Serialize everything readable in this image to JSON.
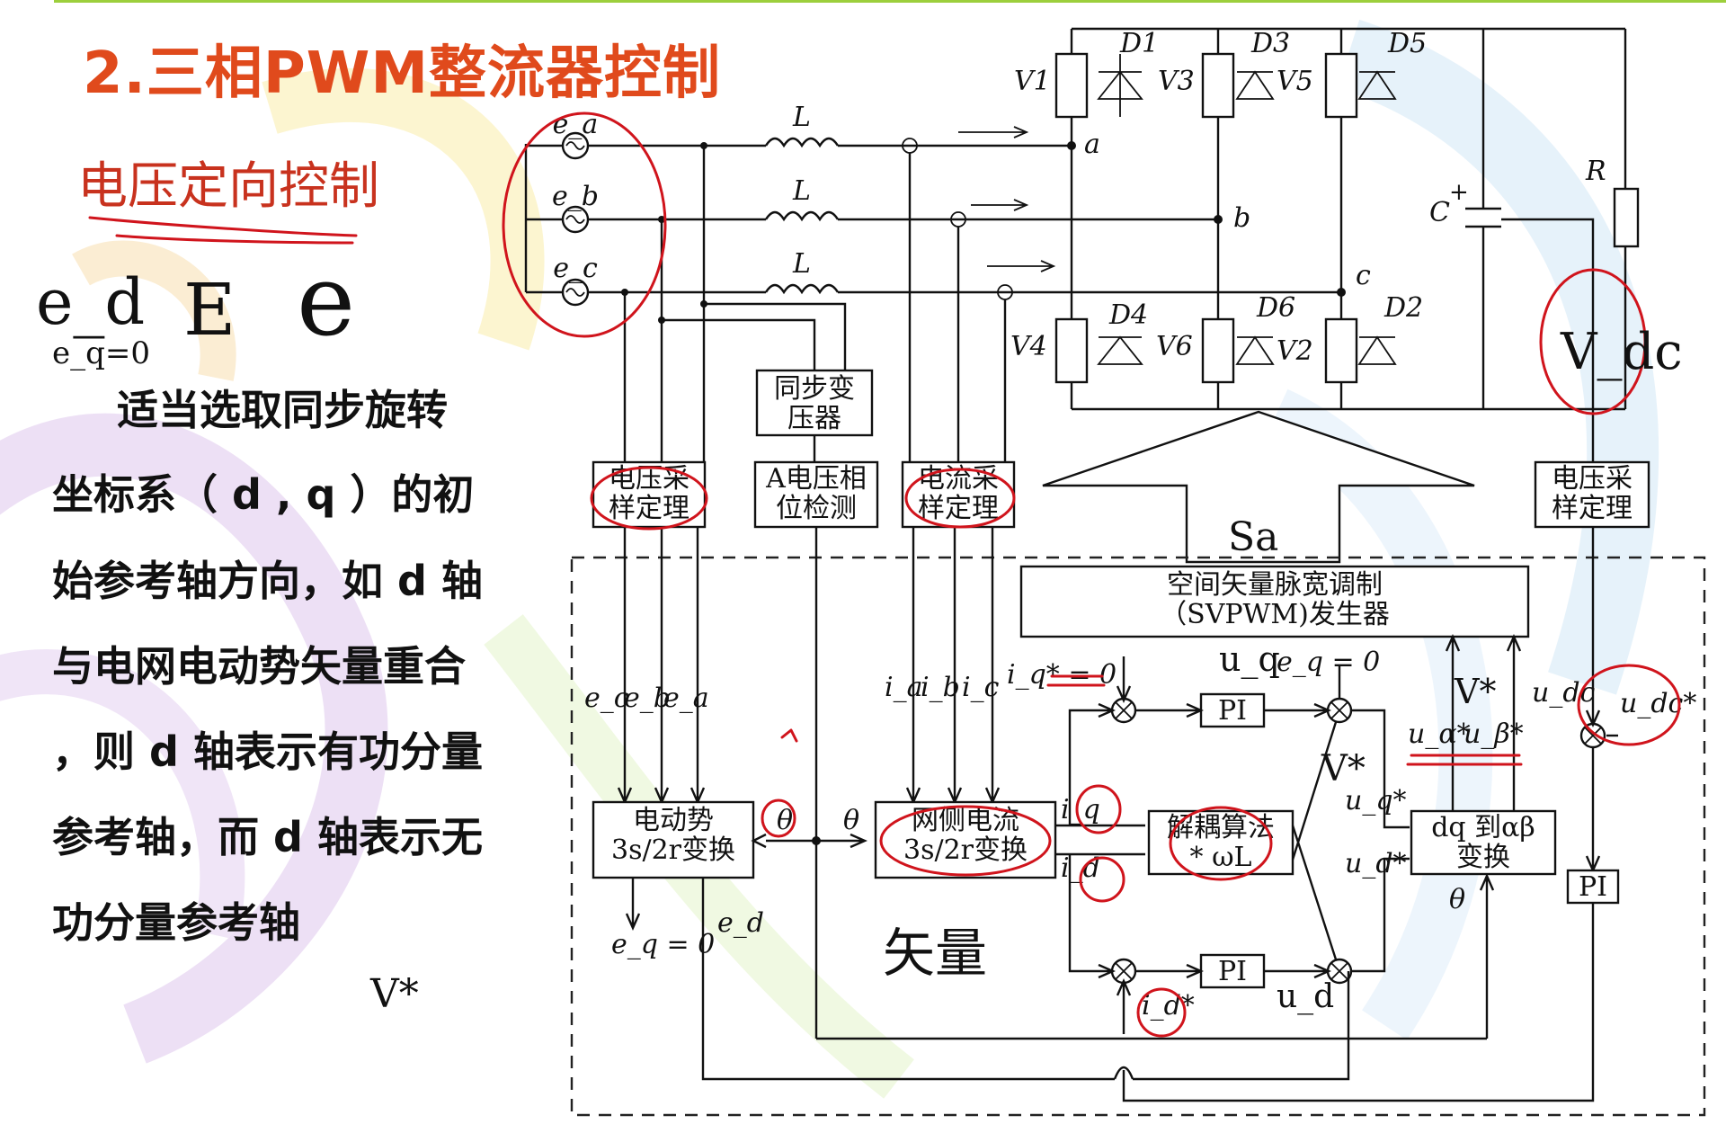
{
  "slide": {
    "title": "2.三相PWM整流器控制",
    "subtitle": "电压定向控制",
    "body_lines": [
      "适当选取同步旋转",
      "坐标系（ d , q ）的初",
      "始参考轴方向，如 d 轴",
      "与电网电动势矢量重合",
      "，则 d 轴表示有功分量",
      "参考轴，而 d 轴表示无",
      "功分量参考轴"
    ]
  },
  "colors": {
    "title": "#e04a1c",
    "subtitle": "#c8321e",
    "annotation_ink": "#d0141c",
    "line": "#111111"
  },
  "diagram": {
    "sources": [
      "e_a",
      "e_b",
      "e_c"
    ],
    "inductor_label": "L",
    "phase_nodes": [
      "a",
      "b",
      "c"
    ],
    "switches": [
      "V1",
      "V3",
      "V5",
      "V4",
      "V6",
      "V2"
    ],
    "diodes": [
      "D1",
      "D3",
      "D5",
      "D4",
      "D6",
      "D2"
    ],
    "capacitor_label": "C",
    "resistor_label": "R",
    "blocks": {
      "sync_transformer": "同步变\n压器",
      "voltage_sampling": "电压采\n样定理",
      "phase_detect": "A电压相\n位检测",
      "current_sampling": "电流采\n样定理",
      "dc_voltage_sampling": "电压采\n样定理",
      "svpwm": "空间矢量脉宽调制\n（SVPWM)发生器",
      "emf_transform": "电动势\n3s/2r变换",
      "current_transform": "网侧电流\n3s/2r变换",
      "decoupling": "解耦算法\n* ωL",
      "dq_to_ab": "dq 到αβ\n变换",
      "pi": "PI"
    },
    "signals": {
      "emf_inputs": [
        "e_c",
        "e_b",
        "e_a"
      ],
      "current_inputs": [
        "i_a",
        "i_b",
        "i_c"
      ],
      "iq_ref": "i_q* = 0",
      "eq_zero_top": "e_q = 0",
      "eq_zero_bottom": "e_q = 0",
      "ed": "e_d",
      "theta": "θ",
      "iq": "i_q",
      "id": "i_d",
      "id_ref": "i_d*",
      "uq_ref": "u_q*",
      "ud_ref": "u_d*",
      "ua_ref": "u_α*",
      "ub_ref": "u_β*",
      "udc": "u_dc",
      "udc_ref": "u_dc*"
    }
  },
  "handwritten": {
    "notes": [
      "e_d",
      "E",
      "e",
      "e_q=0",
      "V_dc",
      "Sa",
      "u_q",
      "V*",
      "矢量",
      "u_d",
      "V*",
      "V*"
    ]
  }
}
